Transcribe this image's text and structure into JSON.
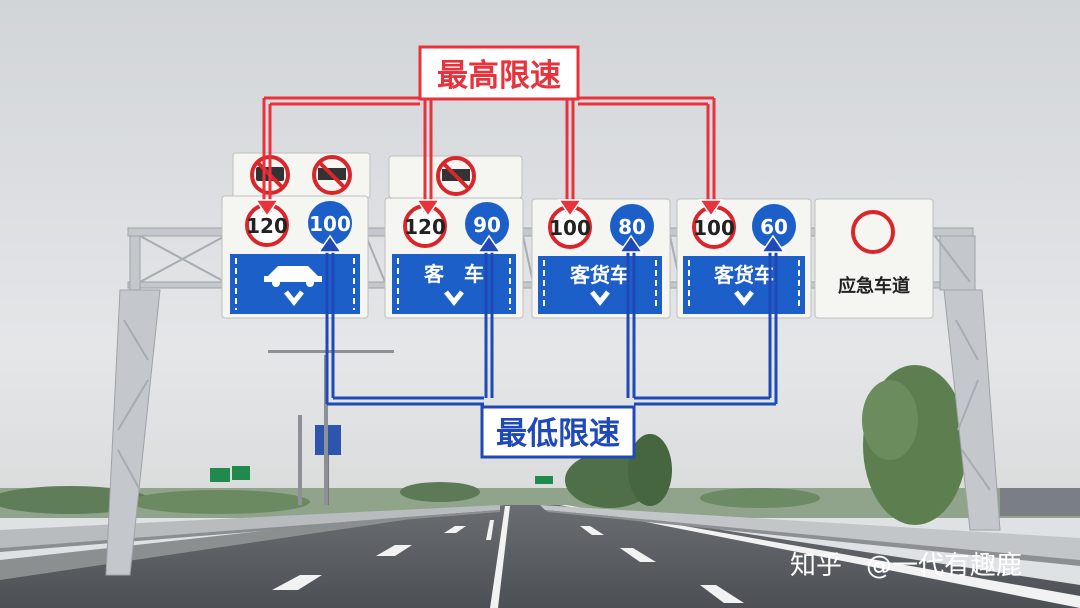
{
  "annotations": {
    "max_speed_label": "最高限速",
    "min_speed_label": "最低限速",
    "max_color": "#e8323c",
    "min_color": "#1f49b8"
  },
  "signs": [
    {
      "max": "120",
      "min": "100",
      "lane_text": "",
      "lane_icon": "car-icon",
      "top_icons": [
        "no-bus-icon",
        "no-truck-icon"
      ]
    },
    {
      "max": "120",
      "min": "90",
      "lane_text": "客　车",
      "lane_icon": "",
      "top_icons": [
        "no-truck-icon"
      ]
    },
    {
      "max": "100",
      "min": "80",
      "lane_text": "客货车",
      "lane_icon": "",
      "top_icons": []
    },
    {
      "max": "100",
      "min": "60",
      "lane_text": "客货车",
      "lane_icon": "",
      "top_icons": []
    }
  ],
  "emergency_lane": {
    "label": "应急车道"
  },
  "watermark": {
    "platform": "知乎",
    "author": "@一代有趣鹿"
  },
  "colors": {
    "sky": "#dfe2e4",
    "sign_blue": "#1c5fc8",
    "road": "#55595e",
    "ring_red": "#d8262b"
  }
}
